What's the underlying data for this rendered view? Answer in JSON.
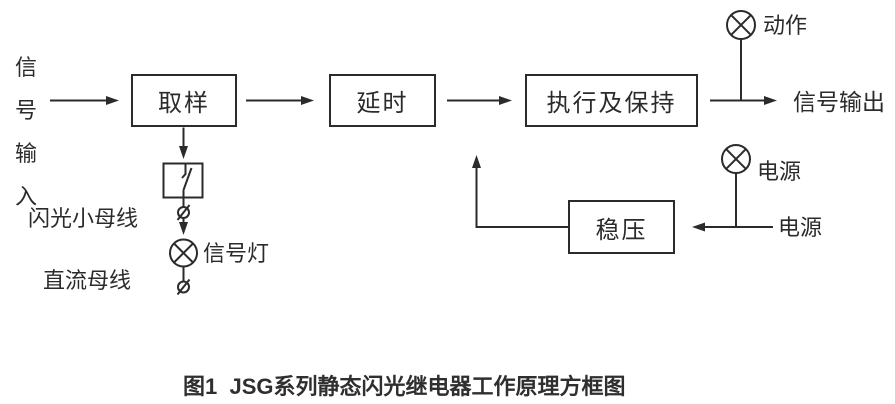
{
  "figure": {
    "caption": "图1  JSG系列静态闪光继电器工作原理方框图",
    "input_label": "信号输入",
    "blocks": {
      "sampling": "取样",
      "delay": "延时",
      "execute_hold": "执行及保持",
      "regulator": "稳压"
    },
    "labels": {
      "action": "动作",
      "signal_output": "信号输出",
      "power_lamp": "电源",
      "power_source": "电源",
      "signal_lamp": "信号灯",
      "flash_bus": "闪光小母线",
      "dc_bus": "直流母线"
    },
    "icons": {
      "indicator_lamp": "⊗",
      "bus_terminal": "⌀",
      "switch_contact": "switch-in-box"
    },
    "colors": {
      "line": "#2b2b2b",
      "text": "#2b2b2b",
      "background": "#ffffff"
    }
  }
}
